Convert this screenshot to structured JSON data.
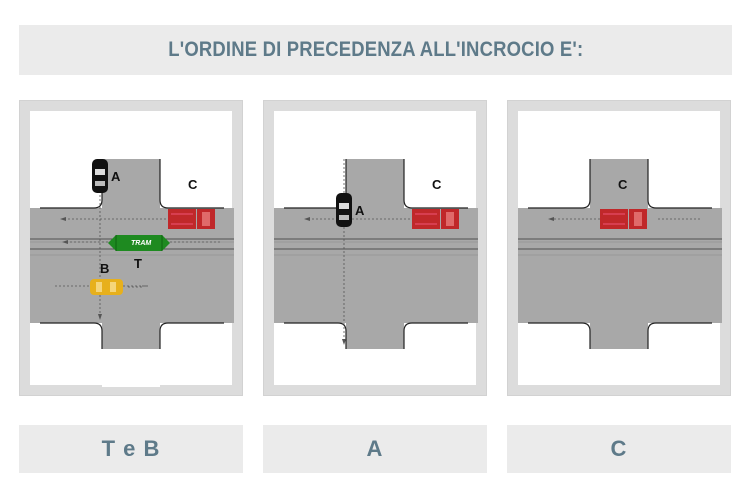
{
  "title": "L'ORDINE DI PRECEDENZA ALL'INCROCIO E':",
  "panels": [
    {
      "labels": {
        "a": "A",
        "c": "C",
        "b": "B",
        "t": "T",
        "tram": "TRAM"
      }
    },
    {
      "labels": {
        "a": "A",
        "c": "C"
      }
    },
    {
      "labels": {
        "c": "C"
      }
    }
  ],
  "answers": [
    {
      "label": "T e B"
    },
    {
      "label": "A"
    },
    {
      "label": "C"
    }
  ]
}
